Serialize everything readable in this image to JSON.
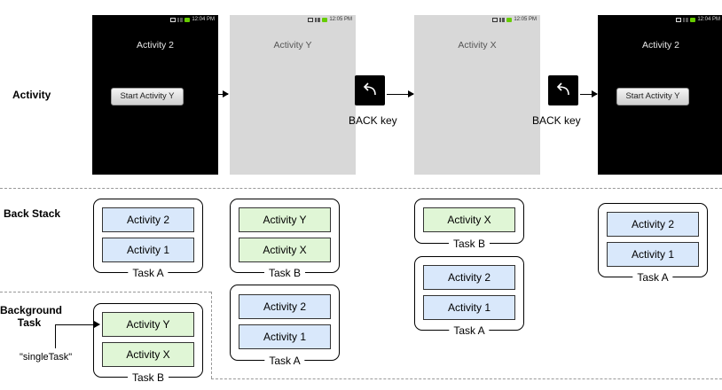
{
  "labels": {
    "activity": "Activity",
    "back_stack": "Back Stack",
    "background_task": "Background\nTask",
    "single_task": "\"singleTask\""
  },
  "screens": [
    {
      "title": "Activity 2",
      "time": "12:04 PM",
      "button": "Start Activity Y",
      "theme": "dark"
    },
    {
      "title": "Activity Y",
      "time": "12:05 PM",
      "theme": "light"
    },
    {
      "title": "Activity X",
      "time": "12:05 PM",
      "theme": "light"
    },
    {
      "title": "Activity 2",
      "time": "12:04 PM",
      "button": "Start Activity Y",
      "theme": "dark"
    }
  ],
  "back_key_label": "BACK key",
  "stacks": [
    {
      "tasks": [
        {
          "name": "Task A",
          "activities": [
            "Activity 2",
            "Activity 1"
          ]
        }
      ]
    },
    {
      "tasks": [
        {
          "name": "Task B",
          "activities": [
            "Activity Y",
            "Activity X"
          ]
        },
        {
          "name": "Task A",
          "activities": [
            "Activity 2",
            "Activity 1"
          ]
        }
      ]
    },
    {
      "tasks": [
        {
          "name": "Task B",
          "activities": [
            "Activity X"
          ]
        },
        {
          "name": "Task A",
          "activities": [
            "Activity 2",
            "Activity 1"
          ]
        }
      ]
    },
    {
      "tasks": [
        {
          "name": "Task A",
          "activities": [
            "Activity 2",
            "Activity 1"
          ]
        }
      ]
    }
  ],
  "background": {
    "name": "Task B",
    "activities": [
      "Activity Y",
      "Activity X"
    ]
  },
  "colors": {
    "foreground_activity": "#d9e8fb",
    "background_activity": "#e0f6d6",
    "dark_screen": "#000000",
    "light_screen": "#d8d8d8"
  }
}
